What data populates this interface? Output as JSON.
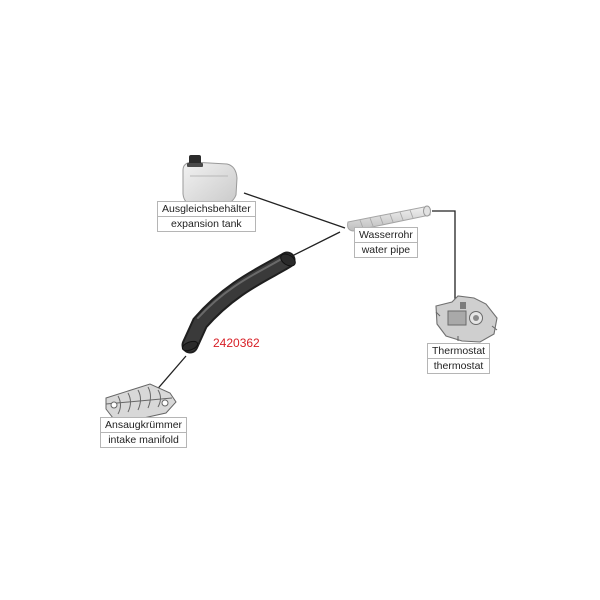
{
  "part_number": "2420362",
  "colors": {
    "part_number": "#d81f26",
    "leader_line": "#222222",
    "hose": "#2a2a2a",
    "label_border": "#b5b5b5",
    "component_grey": "#cfcfcf"
  },
  "components": {
    "expansion_tank": {
      "label_de": "Ausgleichsbehälter",
      "label_en": "expansion tank",
      "icon": "expansion-tank-icon"
    },
    "water_pipe": {
      "label_de": "Wasserrohr",
      "label_en": "water pipe",
      "icon": "water-pipe-icon"
    },
    "thermostat": {
      "label_de": "Thermostat",
      "label_en": "thermostat",
      "icon": "thermostat-icon"
    },
    "intake_manifold": {
      "label_de": "Ansaugkrümmer",
      "label_en": "intake manifold",
      "icon": "intake-manifold-icon"
    },
    "hose": {
      "icon": "hose-icon"
    }
  }
}
